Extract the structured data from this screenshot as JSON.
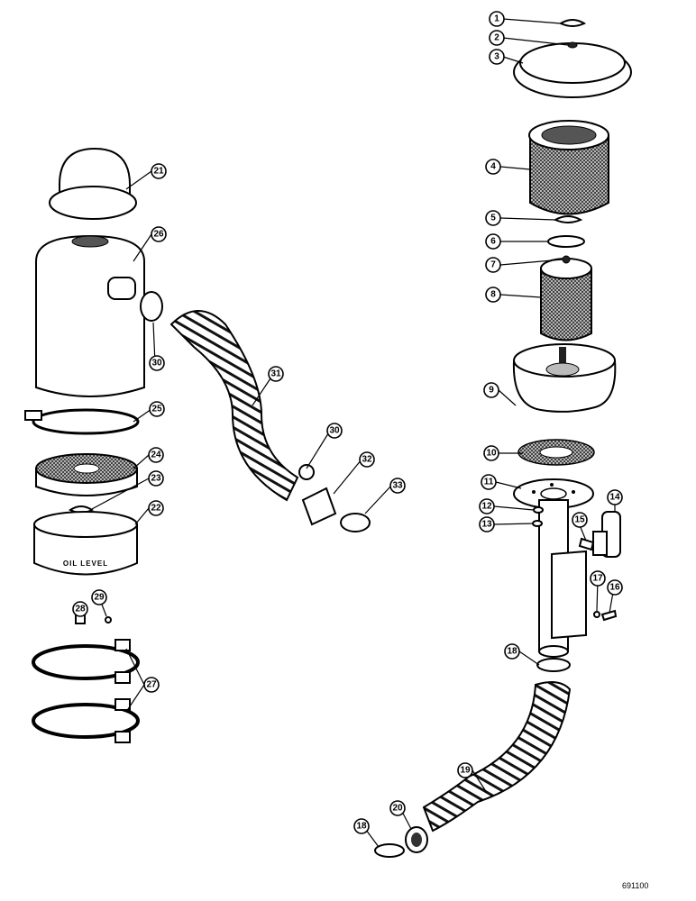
{
  "figure_number": "691100",
  "oil_level_label": "OIL LEVEL",
  "callouts": [
    "1",
    "2",
    "3",
    "4",
    "5",
    "6",
    "7",
    "8",
    "9",
    "10",
    "11",
    "12",
    "13",
    "14",
    "15",
    "16",
    "17",
    "18",
    "19",
    "20",
    "21",
    "22",
    "23",
    "24",
    "25",
    "26",
    "27",
    "28",
    "29",
    "30",
    "31",
    "32",
    "33",
    "18",
    "30"
  ]
}
